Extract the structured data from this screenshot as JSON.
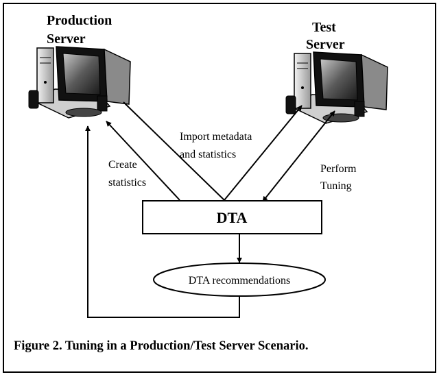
{
  "diagram": {
    "production_label_line1": "Production",
    "production_label_line2": "Server",
    "test_label_line1": "Test",
    "test_label_line2": "Server",
    "dta_label": "DTA",
    "recommendations_label": "DTA recommendations",
    "edge_import_line1": "Import metadata",
    "edge_import_line2": "and statistics",
    "edge_create_line1": "Create",
    "edge_create_line2": "statistics",
    "edge_perform_line1": "Perform",
    "edge_perform_line2": "Tuning",
    "caption": "Figure 2. Tuning in a Production/Test Server Scenario."
  }
}
